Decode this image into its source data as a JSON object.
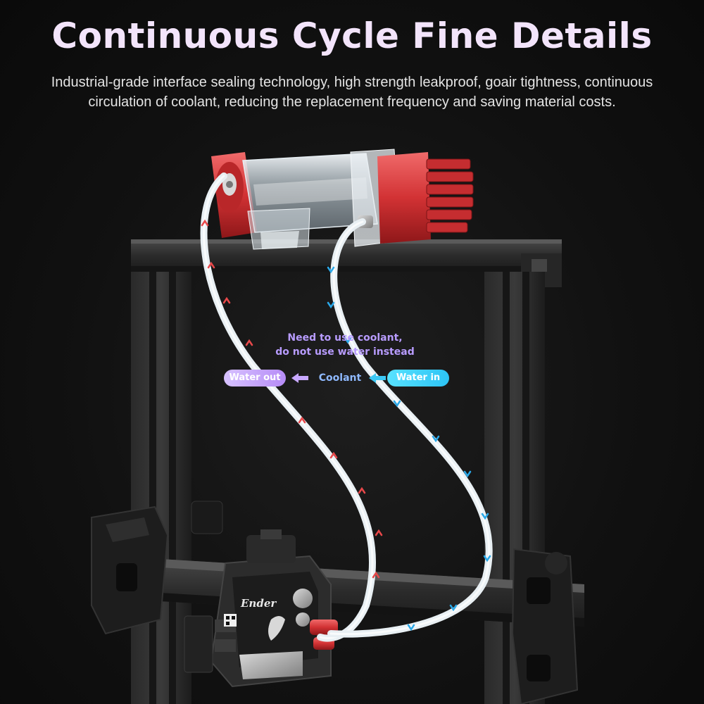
{
  "header": {
    "title": "Continuous Cycle Fine Details",
    "description": "Industrial-grade interface sealing technology, high strength leakproof, goair tightness, continuous circulation of coolant, reducing the replacement frequency and saving material costs."
  },
  "annotation": {
    "note_line1": "Need to use coolant,",
    "note_line2": "do not use water instead",
    "water_out": "Water out",
    "coolant": "Coolant",
    "water_in": "Water in"
  },
  "printhead": {
    "brand": "Ender"
  },
  "colors": {
    "title": "#f3e4fb",
    "accent_purple": "#b68cf7",
    "accent_cyan": "#2dc4f5",
    "pump_red": "#d8383a",
    "tube_arrow_red": "#e8484a",
    "tube_arrow_blue": "#2aa8e8"
  }
}
